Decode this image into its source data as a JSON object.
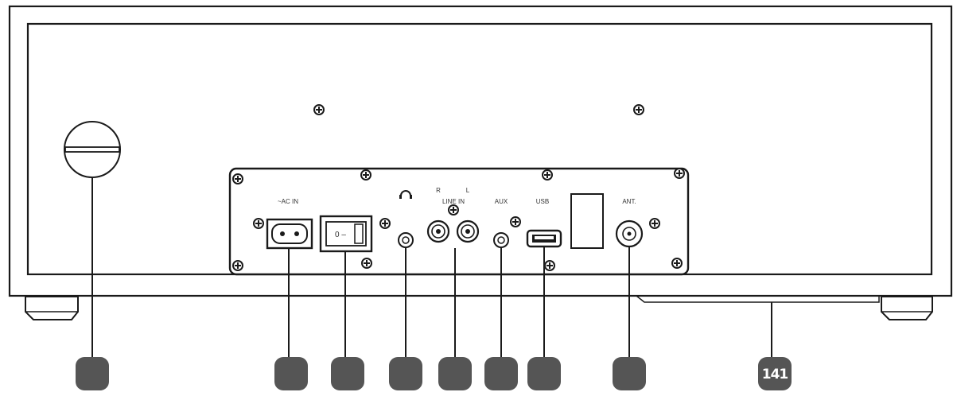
{
  "diagram": {
    "subject": "device rear panel",
    "colors": {
      "line": "#1a1a1a",
      "callout": "#555555",
      "background": "#ffffff"
    },
    "panel_labels": {
      "ac_in": "~AC IN",
      "switch": "0 –",
      "line_in": "LINE IN",
      "line_in_r": "R",
      "line_in_l": "L",
      "aux": "AUX",
      "usb": "USB",
      "ant": "ANT."
    },
    "icons": {
      "headphone": "headphone-icon",
      "screw": "screw-icon",
      "power_socket": "power-socket-icon",
      "rca_jack": "rca-jack-icon",
      "antenna_socket": "antenna-socket-icon"
    },
    "callouts": [
      {
        "id": "c1",
        "label": ""
      },
      {
        "id": "c2",
        "label": ""
      },
      {
        "id": "c3",
        "label": ""
      },
      {
        "id": "c4",
        "label": ""
      },
      {
        "id": "c5",
        "label": ""
      },
      {
        "id": "c6",
        "label": ""
      },
      {
        "id": "c7",
        "label": ""
      },
      {
        "id": "c8",
        "label": ""
      },
      {
        "id": "c9",
        "label": "141"
      }
    ]
  }
}
